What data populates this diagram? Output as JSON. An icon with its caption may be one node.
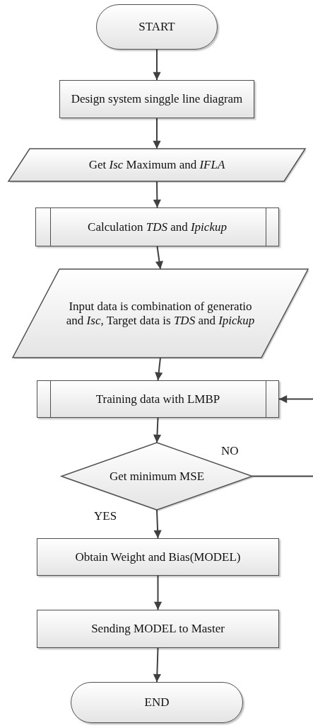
{
  "diagram": {
    "nodes": [
      {
        "text": [
          "START"
        ]
      },
      {
        "text": [
          "Design system singgle line diagram"
        ]
      },
      {
        "text": [
          "Get *Isc* Maximum and *IFLA*"
        ]
      },
      {
        "text": [
          "Calculation *TDS* and *Ipickup*"
        ]
      },
      {
        "text": [
          "Input data is combination of generatio and *Isc,* Target data is *TDS* and *Ipickup*"
        ]
      },
      {
        "text": [
          "Training data with LMBP"
        ]
      },
      {
        "text": [
          "Get minimum MSE"
        ]
      },
      {
        "text": [
          "Obtain Weight and Bias(MODEL)"
        ]
      },
      {
        "text": [
          "Sending MODEL to Master"
        ]
      },
      {
        "text": [
          "END"
        ]
      }
    ],
    "edges": [
      {
        "from": 0,
        "to": 1,
        "arrow": "to"
      },
      {
        "from": 1,
        "to": 2,
        "arrow": "to"
      },
      {
        "from": 2,
        "to": 3,
        "arrow": "to"
      },
      {
        "from": 3,
        "to": 4,
        "arrow": "to"
      },
      {
        "from": 4,
        "to": 5,
        "arrow": "to"
      },
      {
        "from": 5,
        "to": 6,
        "arrow": "to"
      },
      {
        "from": 6,
        "to": 7,
        "arrow": "to",
        "label": "YES"
      },
      {
        "from": 7,
        "to": 8,
        "arrow": "to"
      },
      {
        "from": 8,
        "to": 9,
        "arrow": "to"
      },
      {
        "from": 6,
        "to": null,
        "arrow": "none",
        "label": "NO"
      },
      {
        "from": null,
        "to": 5,
        "arrow": "to"
      }
    ]
  }
}
